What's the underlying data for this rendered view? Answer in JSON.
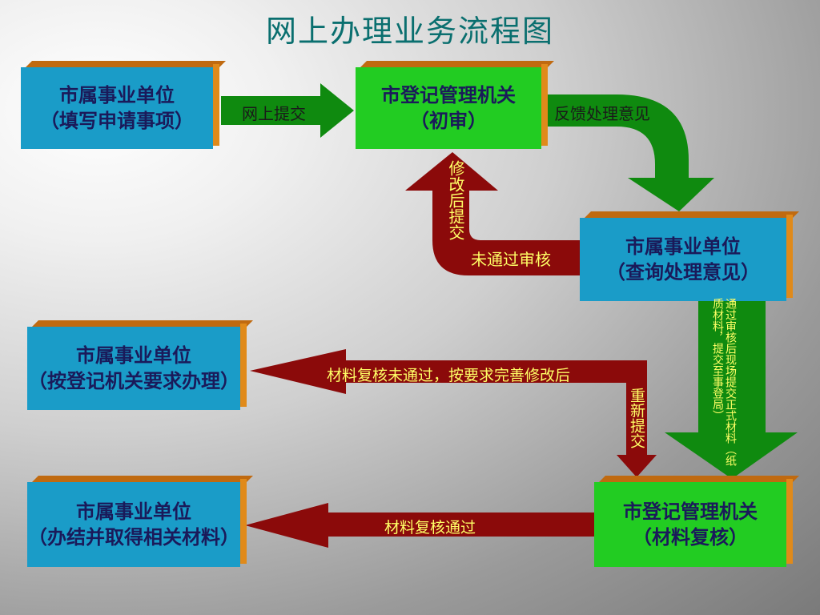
{
  "title": "网上办理业务流程图",
  "boxes": {
    "apply": {
      "line1": "市属事业单位",
      "line2": "（填写申请事项）"
    },
    "review1": {
      "line1": "市登记管理机关",
      "line2": "（初审）"
    },
    "query": {
      "line1": "市属事业单位",
      "line2": "（查询处理意见）"
    },
    "revise": {
      "line1": "市属事业单位",
      "line2": "（按登记机关要求办理）"
    },
    "done": {
      "line1": "市属事业单位",
      "line2": "（办结并取得相关材料）"
    },
    "review2": {
      "line1": "市登记管理机关",
      "line2": "（材料复核）"
    }
  },
  "arrows": {
    "submit_online": "网上提交",
    "feedback": "反馈处理意见",
    "resubmit_after_edit": "修改后提交",
    "not_passed": "未通过审核",
    "onsite_submit": "通过审核后现场提交正式材料（纸质材料，提交至事登局）",
    "recheck_failed": "材料复核未通过，按要求完善修改后",
    "resubmit": "重新提交",
    "recheck_passed": "材料复核通过"
  },
  "colors": {
    "box_blue": "#1a9cc8",
    "box_green": "#22cc22",
    "arrow_green": "#0f8a0f",
    "arrow_red": "#8b0a0a",
    "title": "#0a6f6f"
  }
}
